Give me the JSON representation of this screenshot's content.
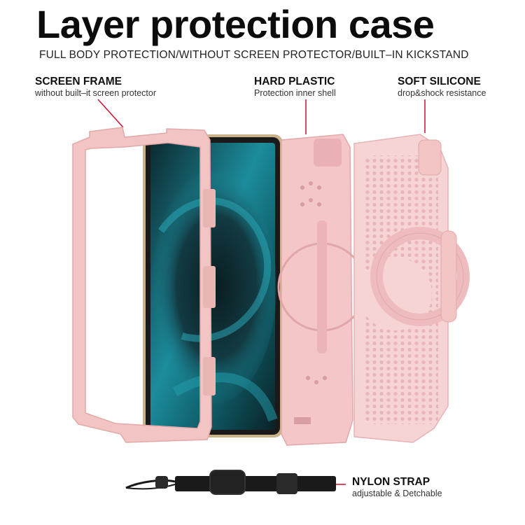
{
  "title": "Layer protection case",
  "subtitle": "FULL BODY PROTECTION/WITHOUT SCREEN PROTECTOR/BUILT–IN KICKSTAND",
  "labels": {
    "screen_frame": {
      "heading": "SCREEN FRAME",
      "desc": "without built–it screen protector"
    },
    "hard_plastic": {
      "heading": "HARD PLASTIC",
      "desc": "Protection inner shell"
    },
    "soft_silicone": {
      "heading": "SOFT SILICONE",
      "desc": "drop&shock resistance"
    },
    "nylon_strap": {
      "heading": "NYLON STRAP",
      "desc": "adjustable & Detchable"
    }
  },
  "colors": {
    "case_pink": "#f2c4c4",
    "case_pink_dark": "#e3a8a8",
    "silicone_pink": "#f6d4d4",
    "pointer_red": "#c8102e",
    "screen_teal": "#1c8c9c",
    "strap_black": "#1a1a1a",
    "tablet_gold": "#c9b48a"
  },
  "icons": [
    "screen-frame-illustration",
    "tablet-illustration",
    "hard-shell-illustration",
    "silicone-case-illustration",
    "kickstand-ring-illustration",
    "nylon-strap-illustration"
  ]
}
